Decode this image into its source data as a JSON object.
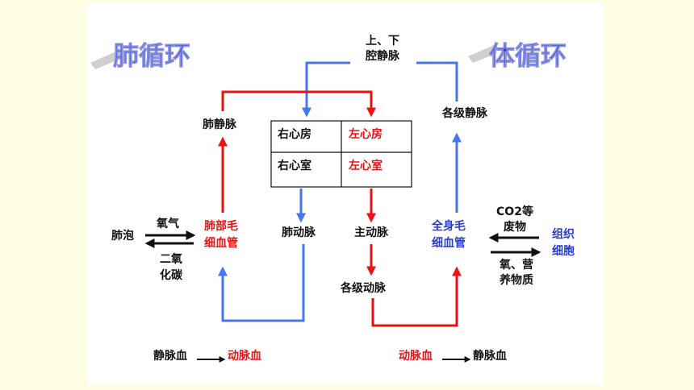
{
  "titles": {
    "pulmonary": "肺循环",
    "systemic": "体循环"
  },
  "vessels": {
    "vena_cava_line1": "上、下",
    "vena_cava_line2": "腔静脉",
    "pulmonary_vein": "肺静脉",
    "systemic_veins": "各级静脉",
    "pulmonary_artery": "肺动脉",
    "aorta": "主动脉",
    "systemic_arteries": "各级动脉"
  },
  "heart": {
    "right_atrium": "右心房",
    "left_atrium": "左心房",
    "right_ventricle": "右心室",
    "left_ventricle": "左心室"
  },
  "capillaries": {
    "lung_line1": "肺部毛",
    "lung_line2": "细血管",
    "body_line1": "全身毛",
    "body_line2": "细血管"
  },
  "exchange": {
    "alveoli": "肺泡",
    "oxygen": "氧气",
    "co2_line1": "二氧",
    "co2_line2": "化碳",
    "waste_line1": "CO2等",
    "waste_line2": "废物",
    "nutrient_line1": "氧、营",
    "nutrient_line2": "养物质",
    "cells_line1": "组织",
    "cells_line2": "细胞"
  },
  "blood_change": {
    "venous_1": "静脉血",
    "arterial_1": "动脉血",
    "arterial_2": "动脉血",
    "venous_2": "静脉血"
  },
  "colors": {
    "red": "#ee1111",
    "blue": "#4477ee",
    "black": "#111111",
    "title_blue": "#2a3cc8"
  }
}
